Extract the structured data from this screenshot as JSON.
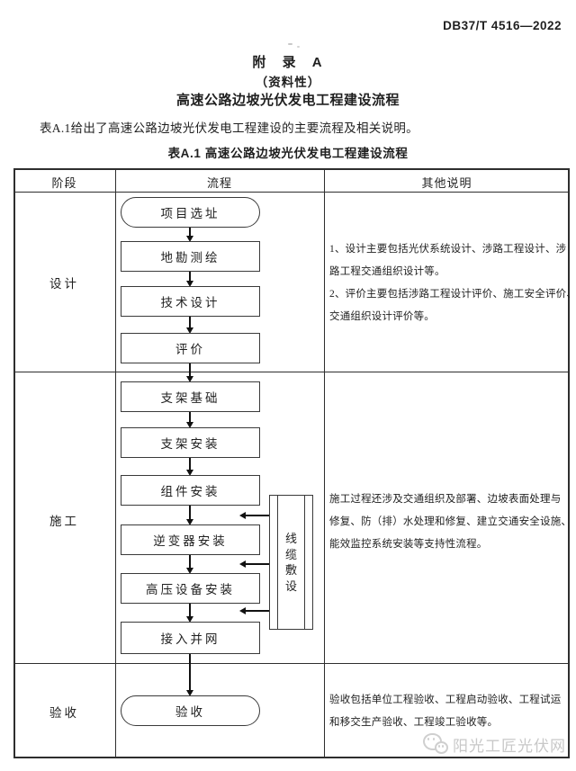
{
  "doc_number": "DB37/T 4516—2022",
  "titles": {
    "appendix": "附 录 A",
    "type": "（资料性）",
    "heading": "高速公路边坡光伏发电工程建设流程"
  },
  "intro": "表A.1给出了高速公路边坡光伏发电工程建设的主要流程及相关说明。",
  "table": {
    "caption": "表A.1 高速公路边坡光伏发电工程建设流程",
    "headers": [
      "阶段",
      "流程",
      "其他说明"
    ],
    "rows": [
      {
        "stage": "设计",
        "notes": "1、设计主要包括光伏系统设计、涉路工程设计、涉\n路工程交通组织设计等。\n2、评价主要包括涉路工程设计评价、施工安全评价、\n交通组织设计评价等。"
      },
      {
        "stage": "施工",
        "notes": "施工过程还涉及交通组织及部署、边坡表面处理与\n修复、防（排）水处理和修复、建立交通安全设施、\n能效监控系统安装等支持性流程。"
      },
      {
        "stage": "验收",
        "notes": "验收包括单位工程验收、工程启动验收、工程试运\n和移交生产验收、工程竣工验收等。"
      }
    ],
    "flow": {
      "design": [
        "项目选址",
        "地勘测绘",
        "技术设计",
        "评价"
      ],
      "construction": [
        "支架基础",
        "支架安装",
        "组件安装",
        "逆变器安装",
        "高压设备安装",
        "接入并网"
      ],
      "acceptance": [
        "验收"
      ],
      "side_process": "线\n缆\n敷\n设"
    }
  },
  "watermark": {
    "text": "阳光工匠光伏网"
  },
  "colors": {
    "line": "#2e2e2e",
    "text": "#1f1f1f",
    "watermark": "#c8c8c8"
  }
}
